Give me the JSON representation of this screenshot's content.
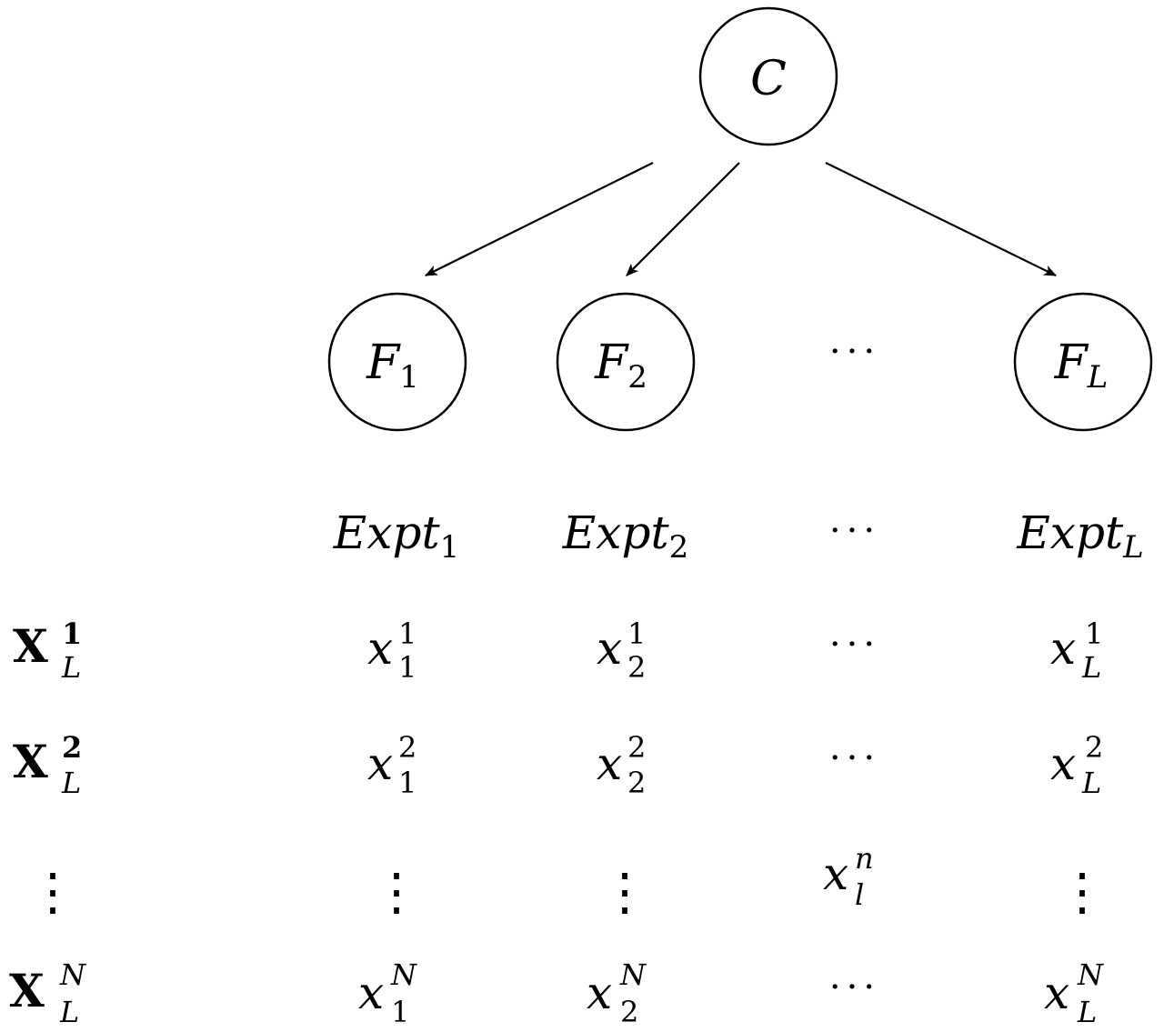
{
  "nodes": {
    "root": {
      "base": "C"
    },
    "children": [
      {
        "base": "F",
        "sub": "1"
      },
      {
        "base": "F",
        "sub": "2"
      },
      {
        "base": "F",
        "sub": "L"
      }
    ],
    "ellipsis": "···"
  },
  "experiments": [
    {
      "base": "Expt",
      "sub": "1"
    },
    {
      "base": "Expt",
      "sub": "2"
    },
    {
      "ellipsis": "···"
    },
    {
      "base": "Expt",
      "sub": "L"
    }
  ],
  "rows": [
    {
      "label": {
        "base": "X",
        "sub": "L",
        "sup": "1"
      },
      "cells": [
        {
          "base": "x",
          "sub": "1",
          "sup": "1"
        },
        {
          "base": "x",
          "sub": "2",
          "sup": "1"
        },
        {
          "ellipsis": "···"
        },
        {
          "base": "x",
          "sub": "L",
          "sup": "1"
        }
      ]
    },
    {
      "label": {
        "base": "X",
        "sub": "L",
        "sup": "2"
      },
      "cells": [
        {
          "base": "x",
          "sub": "1",
          "sup": "2"
        },
        {
          "base": "x",
          "sub": "2",
          "sup": "2"
        },
        {
          "ellipsis": "···"
        },
        {
          "base": "x",
          "sub": "L",
          "sup": "2"
        }
      ]
    },
    {
      "label": {
        "vdots": "⋮"
      },
      "cells": [
        {
          "vdots": "⋮"
        },
        {
          "vdots": "⋮"
        },
        {
          "base": "x",
          "sub": "l",
          "sup": "n"
        },
        {
          "vdots": "⋮"
        }
      ]
    },
    {
      "label": {
        "base": "X",
        "sub": "L",
        "sup": "N"
      },
      "cells": [
        {
          "base": "x",
          "sub": "1",
          "sup": "N"
        },
        {
          "base": "x",
          "sub": "2",
          "sup": "N"
        },
        {
          "ellipsis": "···"
        },
        {
          "base": "x",
          "sub": "L",
          "sup": "N"
        }
      ]
    }
  ]
}
